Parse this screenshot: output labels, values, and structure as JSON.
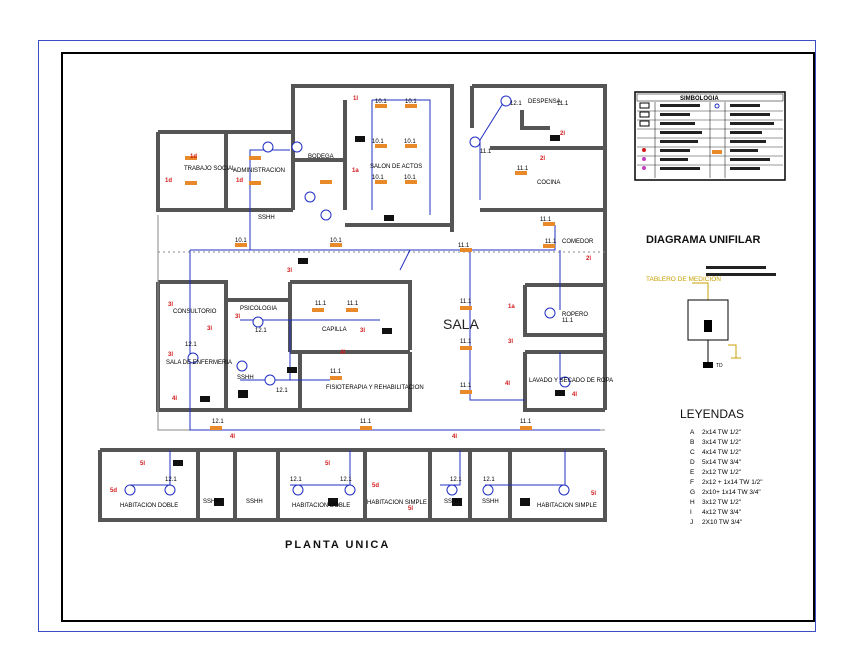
{
  "plan_title": "PLANTA UNICA",
  "sala_label": "SALA",
  "rooms": {
    "trabajo_social": "TRABAJO SOCIAL",
    "administracion": "ADMINISTRACION",
    "salon_actos": "SALON DE ACTOS",
    "bodega": "BODEGA",
    "despensa": "DESPENSA",
    "cocina": "COCINA",
    "comedor": "COMEDOR",
    "ropero": "ROPERO",
    "consultorio": "CONSULTORIO",
    "psicologia": "PSICOLOGIA",
    "capilla": "CAPILLA",
    "sala_enfermeria": "SALA DE ENFERMERIA",
    "fisioterapia": "FISIOTERAPIA Y REHABILITACION",
    "lavado_secado": "LAVADO Y SECADO DE ROPA",
    "ssvh": "SSHH",
    "habitacion_doble_1": "HABITACION DOBLE",
    "habitacion_doble_2": "HABITACION DOBLE",
    "habitacion_simple_1": "HABITACION SIMPLE",
    "habitacion_simple_2": "HABITACION SIMPLE"
  },
  "symbology": {
    "title": "SIMBOLOGIA"
  },
  "unifilar": {
    "title": "DIAGRAMA UNIFILAR",
    "tablero": "TABLERO DE MEDICIÓN",
    "td_label": "TD"
  },
  "legend": {
    "title": "LEYENDAS",
    "items": [
      {
        "code": "A",
        "text": "2x14 TW 1/2\""
      },
      {
        "code": "B",
        "text": "3x14 TW 1/2\""
      },
      {
        "code": "C",
        "text": "4x14 TW 1/2\""
      },
      {
        "code": "D",
        "text": "5x14  TW 3/4\""
      },
      {
        "code": "E",
        "text": "2x12 TW 1/2\""
      },
      {
        "code": "F",
        "text": "2x12 + 1x14 TW 1/2\""
      },
      {
        "code": "G",
        "text": "2x10+ 1x14 TW 3/4\""
      },
      {
        "code": "H",
        "text": "3x12 TW  1/2\""
      },
      {
        "code": "I",
        "text": "4x12 TW 3/4\""
      },
      {
        "code": "J",
        "text": "2X10 TW 3/4\""
      }
    ]
  },
  "colors": {
    "wall": "#555555",
    "circuit": "#2030c0",
    "lamp": "#e8892a",
    "outlet": "#d21a1a",
    "frame": "#3b50c8"
  }
}
